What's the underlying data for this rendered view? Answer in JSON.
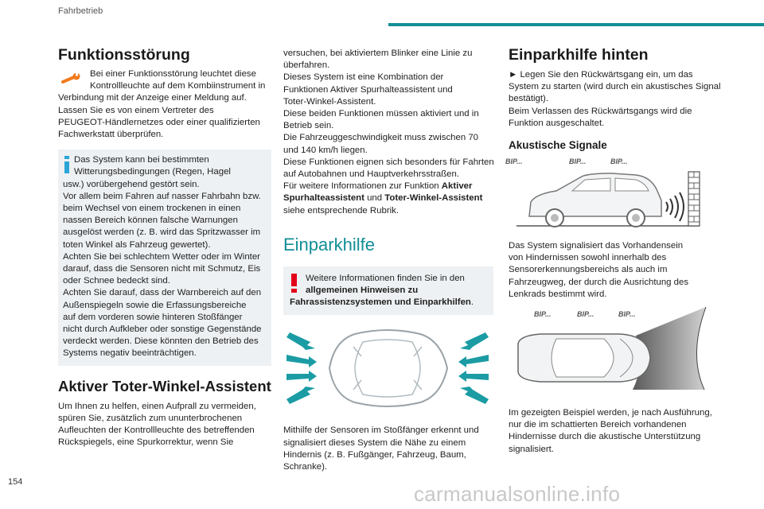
{
  "header": {
    "section": "Fahrbetrieb",
    "accent_color": "#128e96"
  },
  "page_number": "154",
  "watermark": "carmanualsonline.info",
  "col1": {
    "title": "Funktionsstörung",
    "icon": "wrench-warning-icon",
    "intro_lines": [
      "Bei einer Funktionsstörung leuchtet diese",
      "Kontrollleuchte auf dem Kombiinstrument in",
      "Verbindung mit der Anzeige einer Meldung auf.",
      "Lassen Sie es von einem Vertreter des",
      "PEUGEOT-Händlernetzes oder einer qualifizierten",
      "Fachwerkstatt überprüfen."
    ],
    "note_lines": [
      "Das System kann bei bestimmten",
      "Witterungsbedingungen (Regen, Hagel",
      "usw.) vorübergehend gestört sein.",
      "Vor allem beim Fahren auf nasser Fahrbahn bzw.",
      "beim Wechsel von einem trockenen in einen",
      "nassen Bereich können falsche Warnungen",
      "ausgelöst werden (z. B. wird das Spritzwasser im",
      "toten Winkel als Fahrzeug gewertet).",
      "Achten Sie bei schlechtem Wetter oder im Winter",
      "darauf, dass die Sensoren nicht mit Schmutz, Eis",
      "oder Schnee bedeckt sind.",
      "Achten Sie darauf, dass der Warnbereich auf den",
      "Außenspiegeln sowie die Erfassungsbereiche",
      "auf dem vorderen sowie hinteren Stoßfänger",
      "nicht durch Aufkleber oder sonstige Gegenstände",
      "verdeckt werden. Diese könnten den Betrieb des",
      "Systems negativ beeinträchtigen."
    ],
    "title2": "Aktiver Toter-Winkel-Assistent",
    "body2_lines": [
      "Um Ihnen zu helfen, einen Aufprall zu vermeiden,",
      "spüren Sie, zusätzlich zum ununterbrochenen",
      "Aufleuchten der Kontrollleuchte des betreffenden",
      "Rückspiegels, eine Spurkorrektur, wenn Sie"
    ]
  },
  "col2": {
    "cont_lines": [
      "versuchen, bei aktiviertem Blinker eine Linie zu",
      "überfahren.",
      "Dieses System ist eine Kombination der",
      "Funktionen Aktiver Spurhalteassistent und",
      "Toter-Winkel-Assistent.",
      "Diese beiden Funktionen müssen aktiviert und in",
      "Betrieb sein.",
      "Die Fahrzeuggeschwindigkeit muss zwischen 70",
      "und 140 km/h liegen.",
      "Diese Funktionen eignen sich besonders für Fahrten",
      "auf Autobahnen und Hauptverkehrsstraßen."
    ],
    "ref": {
      "pre": "Für weitere Informationen zur Funktion ",
      "b1": "Aktiver",
      "b1b": "Spurhalteassistent",
      "mid": " und ",
      "b2": "Toter-Winkel-Assistent",
      "post": "siehe entsprechende Rubrik."
    },
    "section_title": "Einparkhilfe",
    "warn": {
      "line1": "Weitere Informationen finden Sie in den",
      "b1": "allgemeinen Hinweisen zu",
      "b2": "Fahrassistenzsystemen und Einparkhilfen",
      "dot": "."
    },
    "after_lines": [
      "Mithilfe der Sensoren im Stoßfänger erkennt und",
      "signalisiert dieses System die Nähe zu einem",
      "Hindernis (z. B. Fußgänger, Fahrzeug, Baum,",
      "Schranke)."
    ]
  },
  "col3": {
    "title": "Einparkhilfe hinten",
    "intro_lines": [
      "► Legen Sie den Rückwärtsgang ein, um das",
      "System zu starten (wird durch ein akustisches Signal",
      "bestätigt).",
      "Beim Verlassen des Rückwärtsgangs wird die",
      "Funktion ausgeschaltet."
    ],
    "subtitle": "Akustische Signale",
    "bip": [
      "BIP...",
      "BIP...",
      "BIP..."
    ],
    "mid_lines": [
      "Das System signalisiert das Vorhandensein",
      "von Hindernissen sowohl innerhalb des",
      "Sensorerkennungsbereichs als auch im",
      "Fahrzeugweg, der durch die Ausrichtung des",
      "Lenkrads bestimmt wird."
    ],
    "bip2": [
      "BIP...",
      "BIP...",
      "BIP..."
    ],
    "end_lines": [
      "Im gezeigten Beispiel werden, je nach Ausführung,",
      "nur die im schattierten Bereich vorhandenen",
      "Hindernisse durch die akustische Unterstützung",
      "signalisiert."
    ]
  }
}
